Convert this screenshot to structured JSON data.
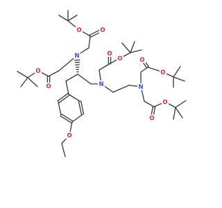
{
  "title": "",
  "molecule": {
    "atom_labels": {
      "oxygen": "O",
      "nitrogen": "N"
    },
    "element_colors": {
      "oxygen": "#e8242d",
      "nitrogen": "#3050f8",
      "bond": "#3a3a3a"
    },
    "stereo": {
      "wedge_center": "hashed-wedge"
    }
  }
}
